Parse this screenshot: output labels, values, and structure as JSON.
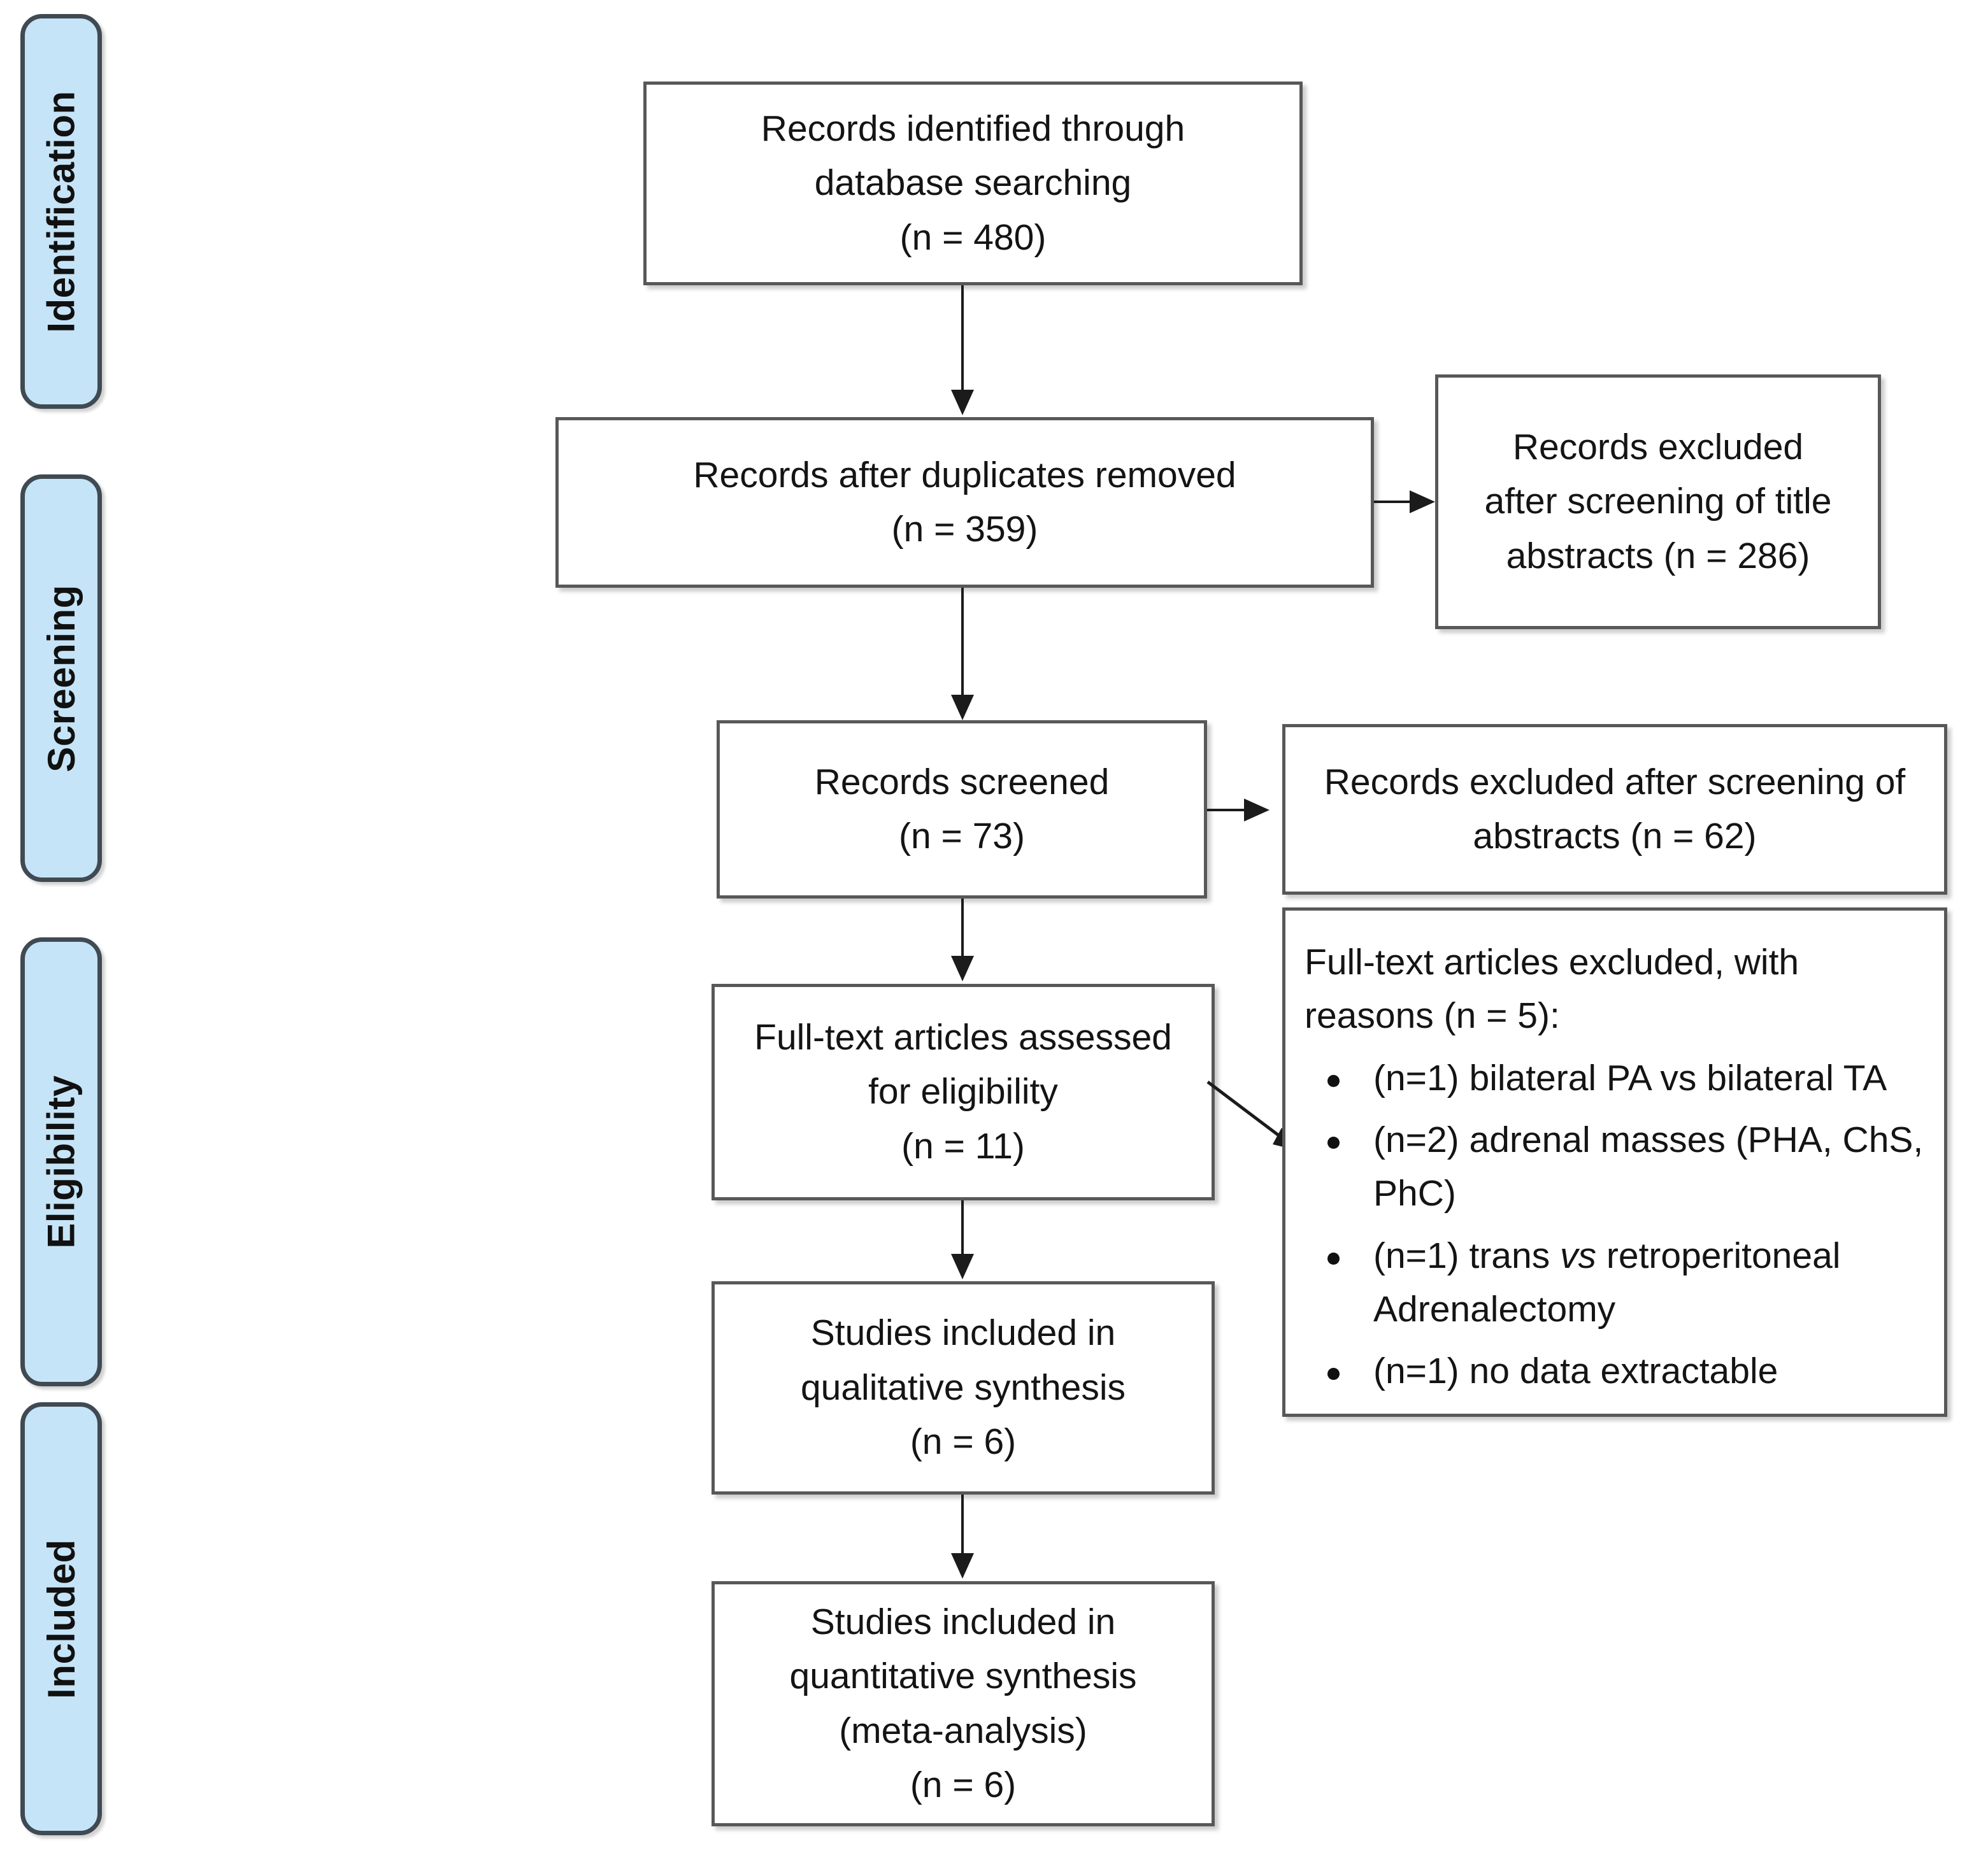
{
  "diagram": {
    "type": "prisma-flow-diagram",
    "stages": [
      {
        "id": "identification",
        "label": "Identification"
      },
      {
        "id": "screening",
        "label": "Screening"
      },
      {
        "id": "eligibility",
        "label": "Eligibility"
      },
      {
        "id": "included",
        "label": "Included"
      }
    ],
    "boxes": {
      "identified": {
        "line1": "Records identified through",
        "line2": "database searching",
        "line3": "(n = 480)",
        "n": 480
      },
      "after_duplicates": {
        "line1": "Records after duplicates removed",
        "line2": "(n = 359)",
        "n": 359
      },
      "excluded_title_abstracts": {
        "line1": "Records excluded",
        "line2": "after screening of title",
        "line3": "abstracts (n = 286)",
        "n": 286
      },
      "screened": {
        "line1": "Records screened",
        "line2": "(n = 73)",
        "n": 73
      },
      "excluded_abstracts": {
        "line1": "Records excluded after screening of",
        "line2": "abstracts (n = 62)",
        "n": 62
      },
      "fulltext_assessed": {
        "line1": "Full-text articles assessed",
        "line2": "for eligibility",
        "line3": "(n = 11)",
        "n": 11
      },
      "fulltext_excluded": {
        "heading_line1": "Full-text articles excluded, with",
        "heading_line2": "reasons (n = 5):",
        "n": 5,
        "reasons": [
          {
            "text": "(n=1) bilateral PA vs bilateral TA",
            "count": 1
          },
          {
            "text": "(n=2) adrenal masses (PHA, ChS, PhC)",
            "count": 2
          },
          {
            "pre": "(n=1) trans ",
            "italic": "vs",
            "post": " retroperitoneal Adrenalectomy",
            "count": 1
          },
          {
            "text": "(n=1) no data extractable",
            "count": 1
          }
        ]
      },
      "qualitative": {
        "line1": "Studies included in",
        "line2": "qualitative synthesis",
        "line3": "(n = 6)",
        "n": 6
      },
      "quantitative": {
        "line1": "Studies included in",
        "line2": "quantitative synthesis",
        "line3": "(meta-analysis)",
        "line4": "(n = 6)",
        "n": 6
      }
    },
    "colors": {
      "stage_fill": "#c6e4f7",
      "stage_border": "#3f4a52",
      "box_border": "#58585a",
      "box_fill": "#ffffff",
      "text": "#141414",
      "connector": "#1b1b1b"
    }
  }
}
